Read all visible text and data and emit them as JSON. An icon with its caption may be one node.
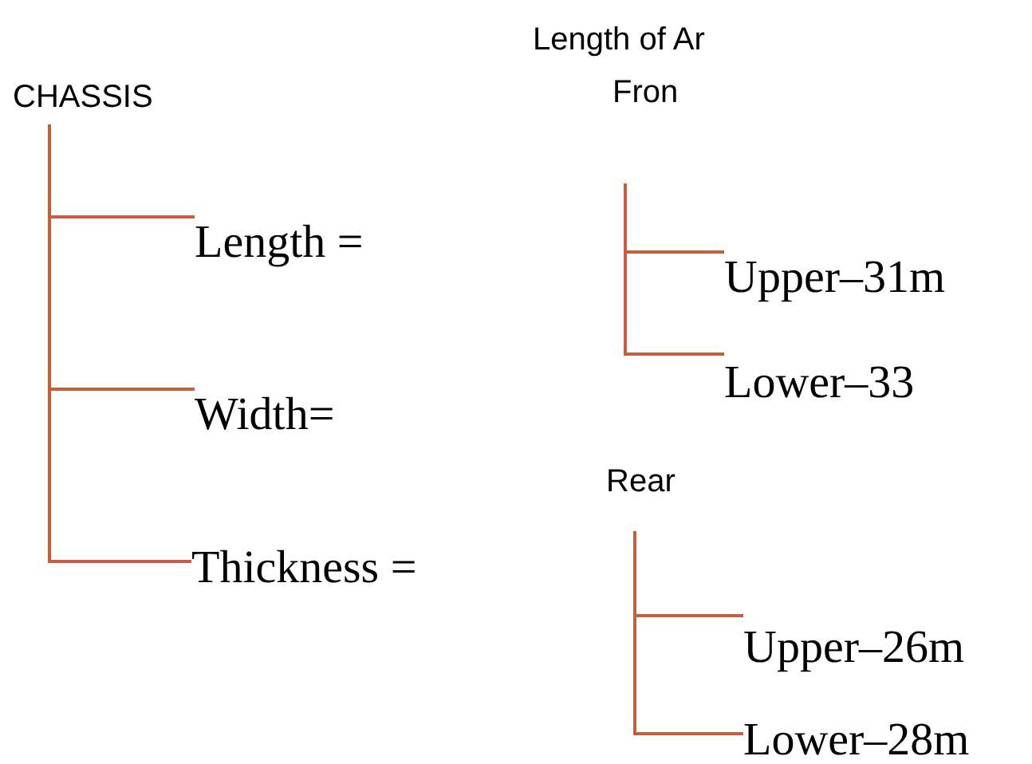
{
  "diagram": {
    "nodes": [
      {
        "text": [
          "CHASSIS"
        ]
      },
      {
        "text": [
          "Length ="
        ]
      },
      {
        "text": [
          "Width="
        ]
      },
      {
        "text": [
          "Thickness ="
        ]
      },
      {
        "text": [
          "Fron"
        ]
      },
      {
        "text": [
          "Upper–31m"
        ]
      },
      {
        "text": [
          "Lower–33"
        ]
      },
      {
        "text": [
          "Rear"
        ]
      },
      {
        "text": [
          "Upper–26m"
        ]
      },
      {
        "text": [
          "Lower–28m"
        ]
      }
    ],
    "edges": [
      {
        "from": 0,
        "to": 1,
        "arrow": "none"
      },
      {
        "from": 0,
        "to": 2,
        "arrow": "none"
      },
      {
        "from": 0,
        "to": 3,
        "arrow": "none"
      },
      {
        "from": 4,
        "to": 5,
        "arrow": "none"
      },
      {
        "from": 4,
        "to": 6,
        "arrow": "none"
      },
      {
        "from": 7,
        "to": 8,
        "arrow": "none"
      },
      {
        "from": 7,
        "to": 9,
        "arrow": "none"
      }
    ],
    "labels": [
      "Length of Ar"
    ]
  }
}
